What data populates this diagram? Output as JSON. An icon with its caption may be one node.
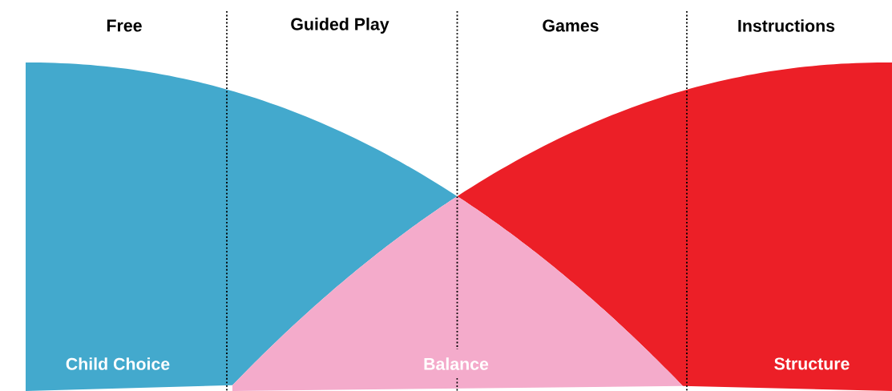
{
  "diagram": {
    "nodes": [
      {
        "text": [
          "Child Choice"
        ]
      },
      {
        "text": [
          "Balance"
        ]
      },
      {
        "text": [
          "Structure"
        ]
      }
    ],
    "labels": [
      "Free",
      "Guided Play",
      "Games",
      "Instructions"
    ]
  }
}
